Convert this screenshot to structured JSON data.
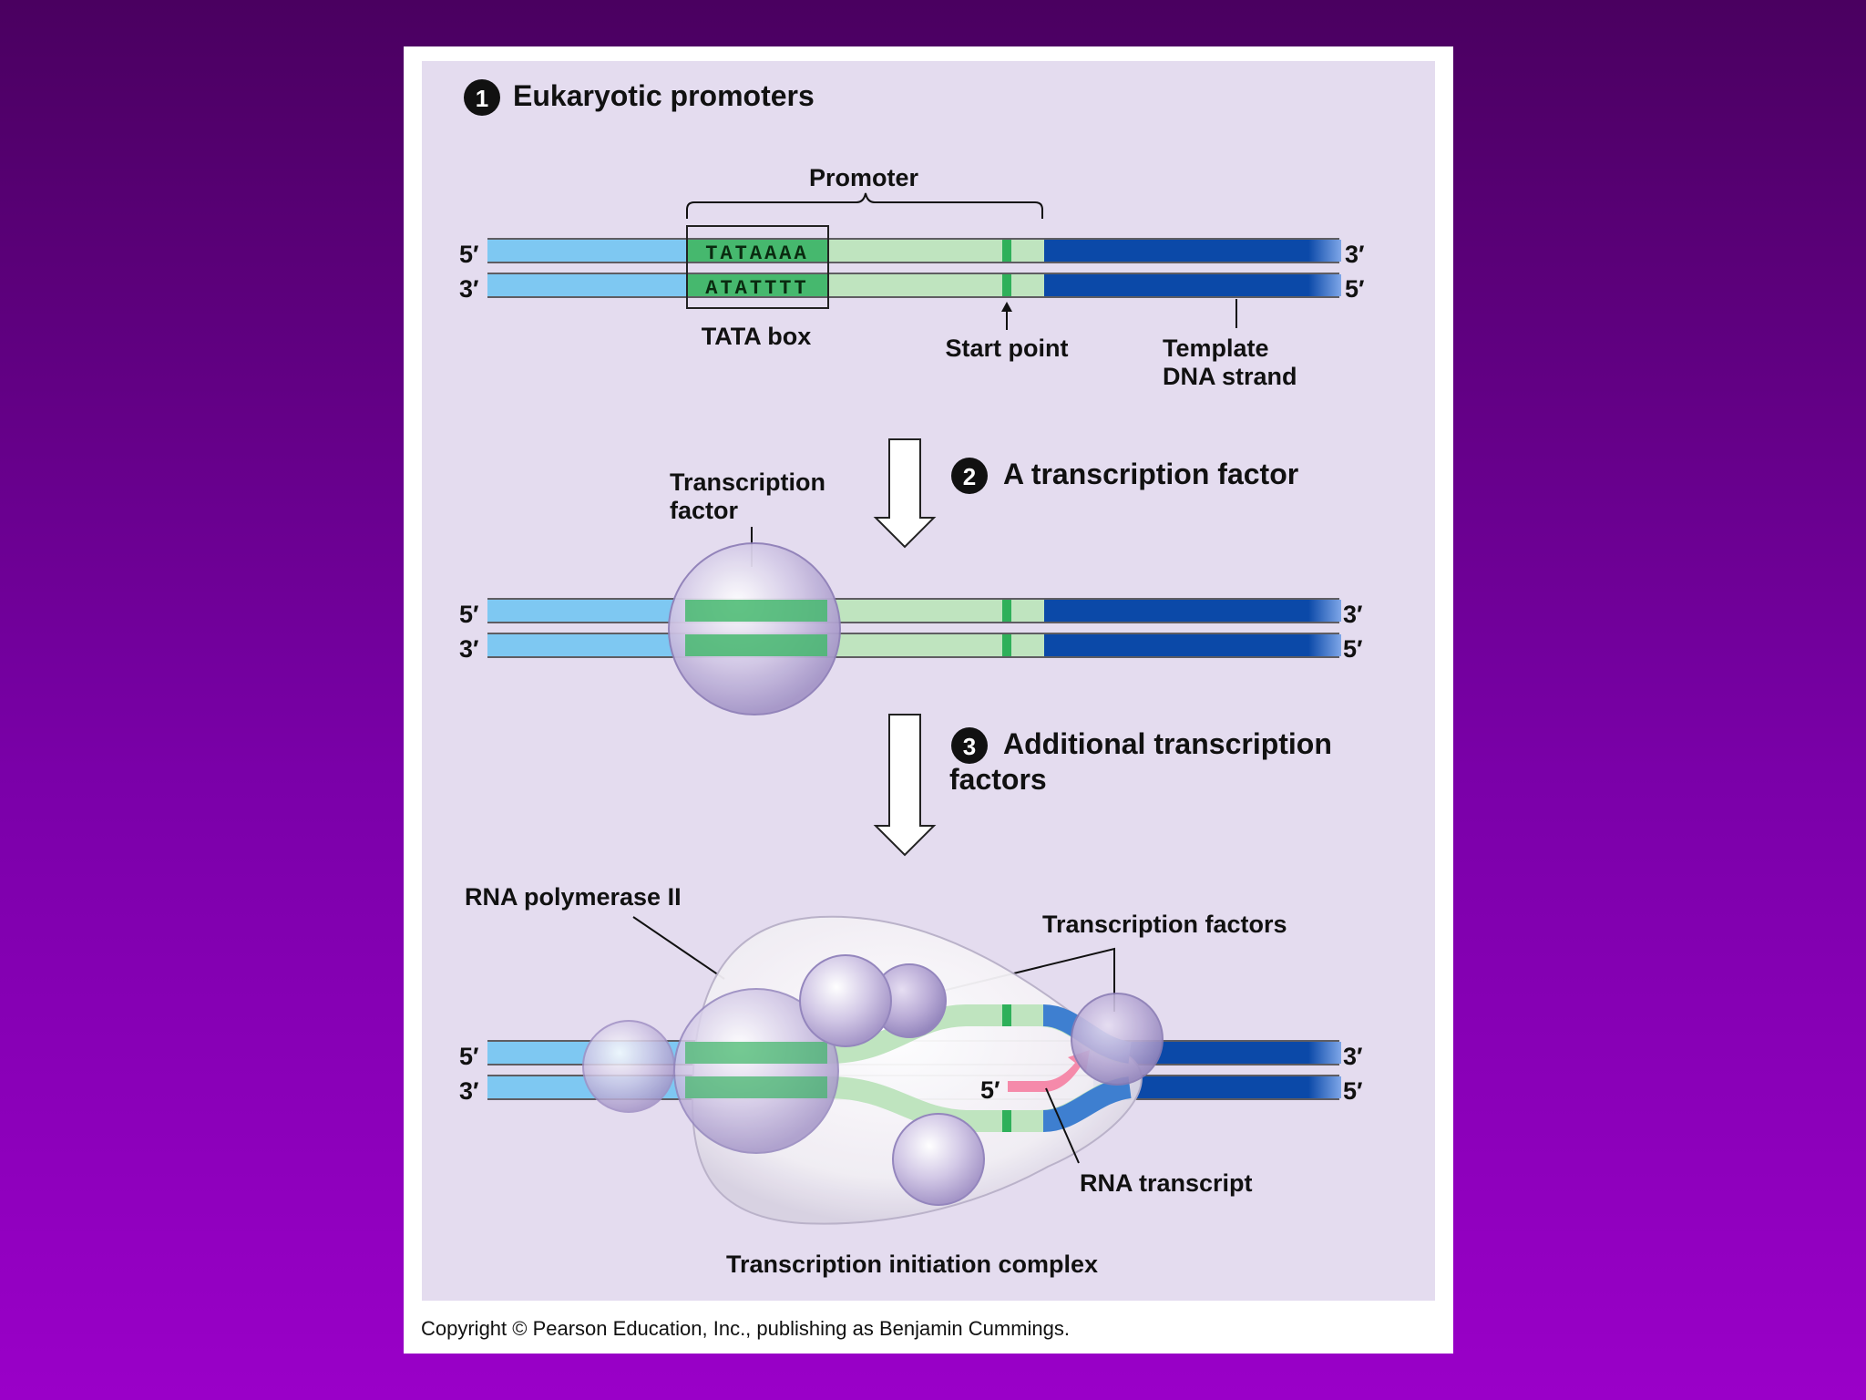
{
  "step1": {
    "number": "1",
    "title": "Eukaryotic promoters"
  },
  "promoter_label": "Promoter",
  "tata_top": "TATAAAA",
  "tata_bottom": "ATATTTT",
  "tata_box_label": "TATA box",
  "start_point_label": "Start point",
  "template_label_1": "Template",
  "template_label_2": "DNA strand",
  "step2": {
    "number": "2",
    "title": "A transcription factor"
  },
  "tf_label_1": "Transcription",
  "tf_label_2": "factor",
  "step3": {
    "number": "3",
    "title_1": "Additional transcription",
    "title_2": "factors"
  },
  "rna_pol_label": "RNA polymerase II",
  "tfs_label": "Transcription factors",
  "rna_transcript_label": "RNA transcript",
  "complex_label": "Transcription initiation complex",
  "end_5": "5′",
  "end_3": "3′",
  "copyright": "Copyright © Pearson Education, Inc., publishing as Benjamin Cummings.",
  "colors": {
    "light_blue": "#7ec8f2",
    "light_green": "#bfe4bf",
    "tata_green": "#46b86e",
    "start_green": "#2fb05a",
    "dark_blue": "#0b49a8",
    "panel": "#e4dcef",
    "protein": "#c9bde0",
    "rna_pink": "#f58aaa"
  }
}
